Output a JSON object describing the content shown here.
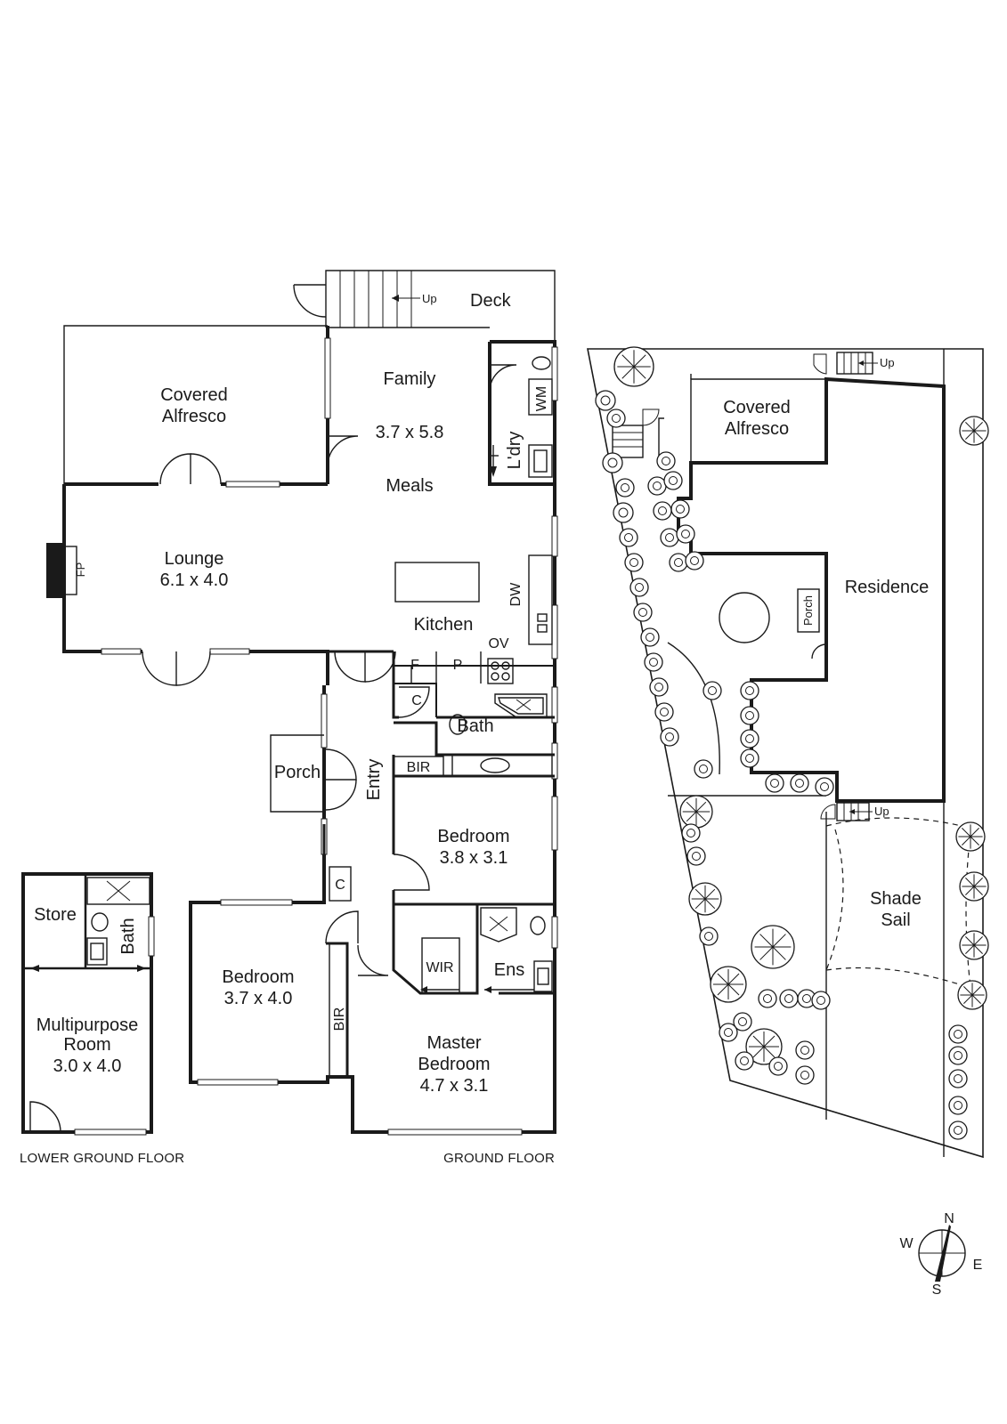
{
  "plan": {
    "ground_floor": {
      "caption": "GROUND FLOOR",
      "rooms": {
        "deck": "Deck",
        "deck_up": "Up",
        "covered_alfresco_1": "Covered",
        "covered_alfresco_2": "Alfresco",
        "family": "Family",
        "family_dims": "3.7 x 5.8",
        "meals": "Meals",
        "laundry": "L'dry",
        "wm": "WM",
        "lounge": "Lounge",
        "lounge_dims": "6.1 x 4.0",
        "fp": "FP",
        "kitchen": "Kitchen",
        "dw": "DW",
        "ov": "OV",
        "f": "F",
        "p": "P",
        "c_upper": "C",
        "bath": "Bath",
        "porch": "Porch",
        "entry": "Entry",
        "bir_upper": "BIR",
        "bedroom_upper": "Bedroom",
        "bedroom_upper_dims": "3.8 x 3.1",
        "c_lower": "C",
        "bedroom_lower": "Bedroom",
        "bedroom_lower_dims": "3.7 x 4.0",
        "bir_lower": "BIR",
        "wir": "WIR",
        "ens": "Ens",
        "master_1": "Master",
        "master_2": "Bedroom",
        "master_dims": "4.7 x 3.1"
      }
    },
    "lower_ground_floor": {
      "caption": "LOWER GROUND FLOOR",
      "rooms": {
        "store": "Store",
        "bath": "Bath",
        "multipurpose_1": "Multipurpose",
        "multipurpose_2": "Room",
        "multipurpose_dims": "3.0 x 4.0"
      }
    },
    "site": {
      "covered_alfresco_1": "Covered",
      "covered_alfresco_2": "Alfresco",
      "up_top": "Up",
      "residence": "Residence",
      "porch": "Porch",
      "up_bottom": "Up",
      "shade_1": "Shade",
      "shade_2": "Sail"
    },
    "compass": {
      "n": "N",
      "e": "E",
      "s": "S",
      "w": "W"
    }
  }
}
